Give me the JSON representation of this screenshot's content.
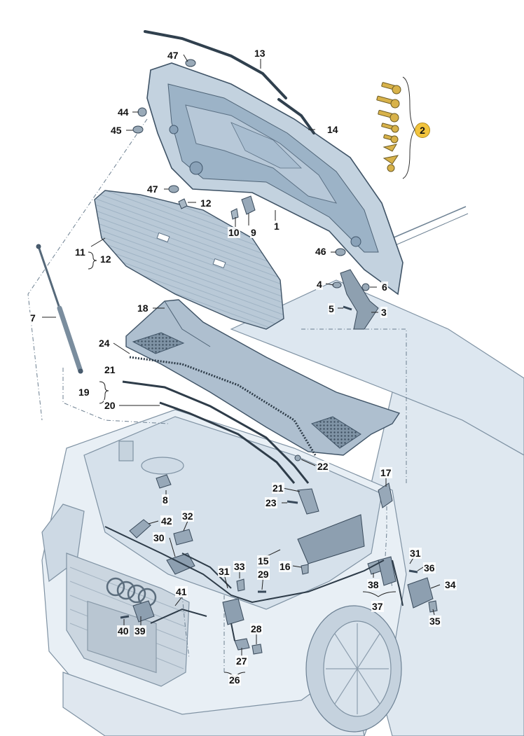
{
  "diagram": {
    "colors": {
      "hood": "#c6d5e2",
      "hood_dark": "#8ea9c0",
      "body_fill": "#e4ecf3",
      "outline": "#4d6173",
      "part": "#9aaab8",
      "badge": "#f2c43d",
      "bolt": "#d8b24a"
    },
    "labels": {
      "n1": "1",
      "n2": "2",
      "n3": "3",
      "n4": "4",
      "n5": "5",
      "n6": "6",
      "n7": "7",
      "n8": "8",
      "n9": "9",
      "n10": "10",
      "n11": "11",
      "n12a": "12",
      "n12b": "12",
      "n13": "13",
      "n14": "14",
      "n15": "15",
      "n16": "16",
      "n17": "17",
      "n18": "18",
      "n19": "19",
      "n20": "20",
      "n21a": "21",
      "n21b": "21",
      "n22": "22",
      "n23": "23",
      "n24": "24",
      "n26": "26",
      "n27": "27",
      "n28": "28",
      "n29": "29",
      "n30": "30",
      "n31a": "31",
      "n31b": "31",
      "n32": "32",
      "n33": "33",
      "n34": "34",
      "n35": "35",
      "n36": "36",
      "n37": "37",
      "n38": "38",
      "n39": "39",
      "n40": "40",
      "n41": "41",
      "n42": "42",
      "n44": "44",
      "n45": "45",
      "n46": "46",
      "n47a": "47",
      "n47b": "47"
    }
  }
}
